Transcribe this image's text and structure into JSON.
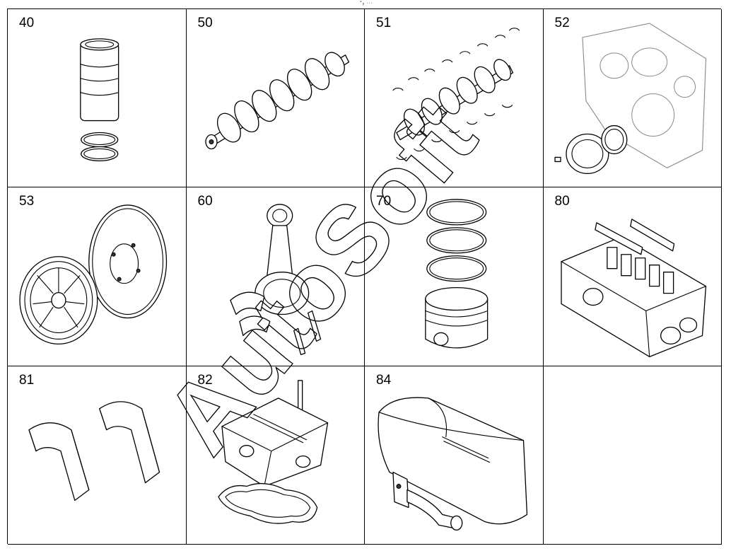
{
  "top_marker": "°ᵧ ∙∙∙",
  "cells": [
    {
      "id": "40",
      "label": "40"
    },
    {
      "id": "50",
      "label": "50"
    },
    {
      "id": "51",
      "label": "51"
    },
    {
      "id": "52",
      "label": "52"
    },
    {
      "id": "53",
      "label": "53"
    },
    {
      "id": "60",
      "label": "60"
    },
    {
      "id": "70",
      "label": "70"
    },
    {
      "id": "80",
      "label": "80"
    },
    {
      "id": "81",
      "label": "81"
    },
    {
      "id": "82",
      "label": "82"
    },
    {
      "id": "84",
      "label": "84"
    },
    {
      "id": "empty",
      "label": ""
    }
  ],
  "watermark": "AutoSoft"
}
